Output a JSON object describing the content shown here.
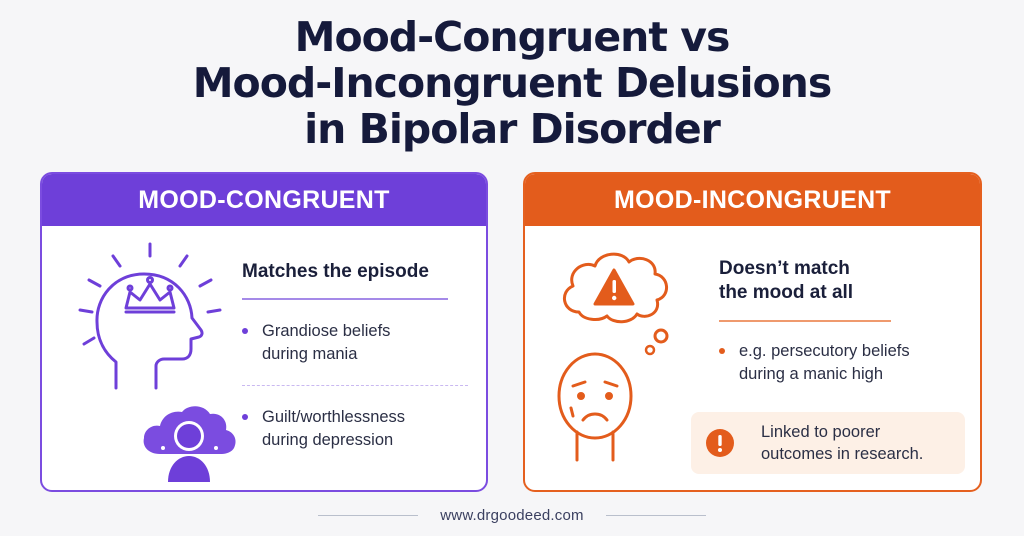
{
  "title": {
    "line1": "Mood-Congruent vs",
    "line2": "Mood-Incongruent Delusions",
    "line3": "in Bipolar Disorder"
  },
  "colors": {
    "congruent": "#6e3fd9",
    "incongruent": "#e35c1c"
  },
  "congruent": {
    "header": "MOOD-CONGRUENT",
    "heading": "Matches the episode",
    "bullets": [
      {
        "line1": "Grandiose beliefs",
        "line2": "during mania"
      },
      {
        "line1": "Guilt/worthlessness",
        "line2": "during depression"
      }
    ],
    "icons": [
      "head-with-crown-icon",
      "sad-person-with-cloud-icon"
    ]
  },
  "incongruent": {
    "header": "MOOD-INCONGRUENT",
    "heading_line1": "Doesn’t match",
    "heading_line2": "the mood at all",
    "bullet": {
      "line1": "e.g. persecutory beliefs",
      "line2": "during a manic high"
    },
    "callout": {
      "line1": "Linked to poorer",
      "line2": "outcomes in research."
    },
    "icons": [
      "worried-face-icon",
      "thought-bubble-warning-icon",
      "alert-icon"
    ]
  },
  "footer": {
    "website": "www.drgoodeed.com"
  }
}
